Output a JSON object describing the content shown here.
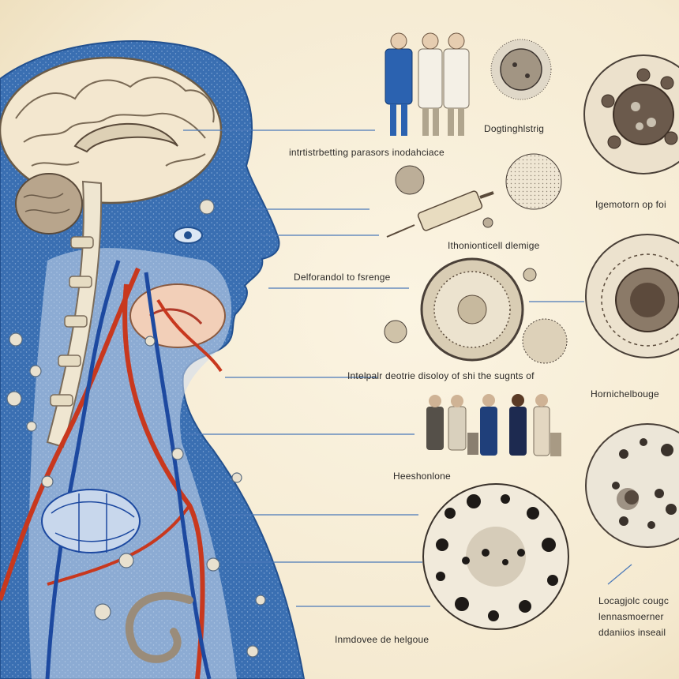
{
  "labels": {
    "dogtinghistrig": "Dogtinghlstrig",
    "intertribetting": "intrtistrbetting parasors inodahciace",
    "igemotorn": "Igemotorn op foi",
    "ithonionticell": "Ithonionticell dlemige",
    "delforandol": "Delforandol to fsrenge",
    "intelpalr": "Intelpalr deotrie disoloy of shi the sugnts of",
    "hornicilielbouge": "Hornichelbouge",
    "heeshonlone": "Heeshonlone",
    "locagjolc": "Locagjolc cougc",
    "lennasmoerner": "lennasmoerner",
    "ddaniios": "ddaniios inseail",
    "inmdovee": "Inmdovee de helgoue"
  },
  "colors": {
    "background": "#f6edd7",
    "body_blue": "#2f64a8",
    "artery_red": "#c8381e",
    "vein_blue": "#1d49a0",
    "leader_line": "#4a78b8"
  }
}
